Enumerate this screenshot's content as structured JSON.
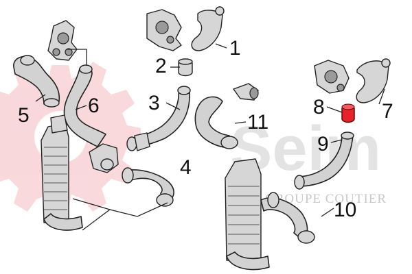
{
  "watermark": {
    "brand": "Seim",
    "tagline": "GROUPE COUTIER",
    "accent_color": "#f4b9be"
  },
  "highlight_color": "#e8212b",
  "callouts": [
    {
      "label": "1"
    },
    {
      "label": "2"
    },
    {
      "label": "3"
    },
    {
      "label": "4"
    },
    {
      "label": "5"
    },
    {
      "label": "6"
    },
    {
      "label": "7"
    },
    {
      "label": "8"
    },
    {
      "label": "9"
    },
    {
      "label": "10"
    },
    {
      "label": "11"
    }
  ]
}
